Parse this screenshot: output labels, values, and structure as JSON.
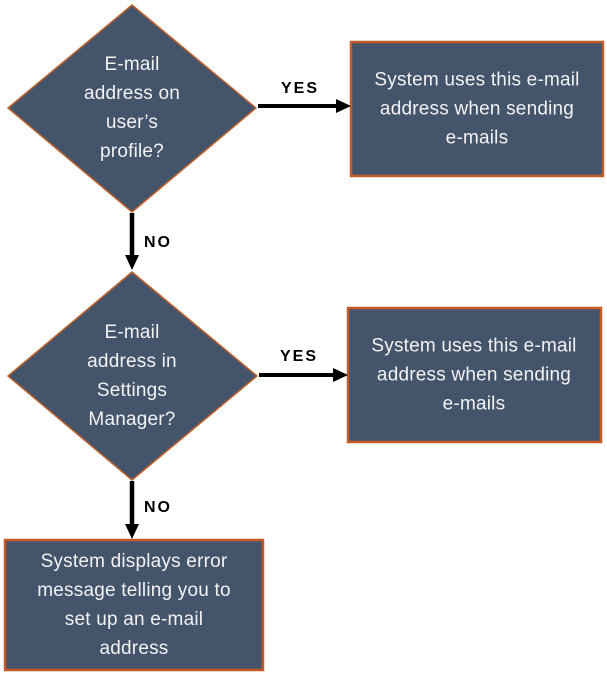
{
  "colors": {
    "background": "#FFFFFF",
    "node_fill": "#44546A",
    "diamond_border": "#C0622C",
    "box_border": "#C55A27",
    "arrow": "#000000",
    "node_text": "#F2F2F2",
    "edge_label_text": "#000000"
  },
  "nodes": {
    "decision_profile": {
      "type": "decision",
      "label": "E-mail\naddress on\nuser’s\nprofile?"
    },
    "result_profile": {
      "type": "process",
      "label": "System uses this e-mail\naddress when sending\ne-mails"
    },
    "decision_settings": {
      "type": "decision",
      "label": "E-mail\naddress in\nSettings\nManager?"
    },
    "result_settings": {
      "type": "process",
      "label": "System uses this e-mail\naddress when sending\ne-mails"
    },
    "result_error": {
      "type": "process",
      "label": "System displays error\nmessage telling you to\nset up an e-mail\naddress"
    }
  },
  "edges": {
    "profile_yes": {
      "label": "YES"
    },
    "profile_no": {
      "label": "NO"
    },
    "settings_yes": {
      "label": "YES"
    },
    "settings_no": {
      "label": "NO"
    }
  }
}
